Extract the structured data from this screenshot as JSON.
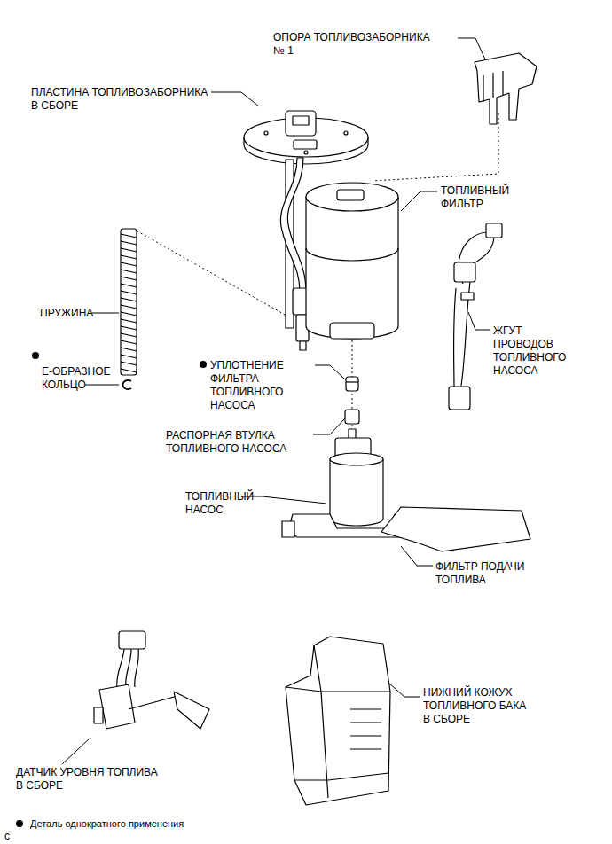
{
  "diagram": {
    "labels": [
      "ОПОРА ТОПЛИВОЗАБОРНИКА № 1",
      "ПЛАСТИНА ТОПЛИВОЗАБОРНИКА В СБОРЕ",
      "ТОПЛИВНЫЙ ФИЛЬТР",
      "ПРУЖИНА",
      "Е-ОБРАЗНОЕ КОЛЬЦО",
      "УПЛОТНЕНИЕ ФИЛЬТРА ТОПЛИВНОГО НАСОСА",
      "ЖГУТ ПРОВОДОВ ТОПЛИВНОГО НАСОСА",
      "РАСПОРНАЯ ВТУЛКА ТОПЛИВНОГО НАСОСА",
      "ТОПЛИВНЫЙ НАСОС",
      "ФИЛЬТР ПОДАЧИ ТОПЛИВА",
      "НИЖНИЙ КОЖУХ ТОПЛИВНОГО БАКА В СБОРЕ",
      "ДАТЧИК УРОВНЯ ТОПЛИВА В СБОРЕ",
      "c"
    ],
    "legend": [
      {
        "text": "Деталь однократного применения"
      }
    ]
  }
}
